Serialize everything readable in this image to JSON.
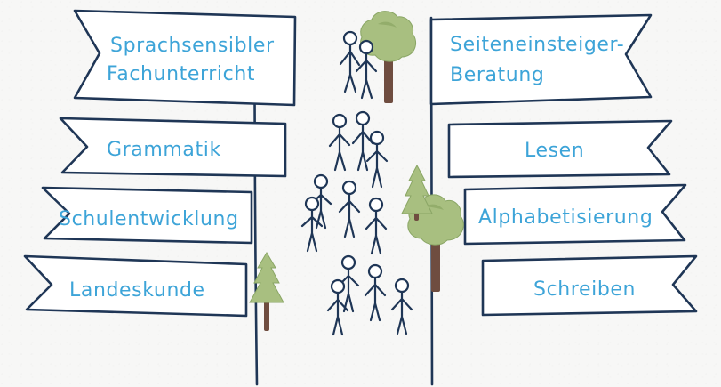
{
  "signs": {
    "sprachsensibler_fachunterricht": {
      "line1": "Sprachsensibler",
      "line2": "Fachunterricht"
    },
    "grammatik": "Grammatik",
    "schulentwicklung": "Schulentwicklung",
    "landeskunde": "Landeskunde",
    "seiteneinsteiger_beratung": {
      "line1": "Seiteneinsteiger-",
      "line2": "Beratung"
    },
    "lesen": "Lesen",
    "alphabetisierung": "Alphabetisierung",
    "schreiben": "Schreiben"
  },
  "colors": {
    "text_blue": "#3da4d8",
    "outline_navy": "#1f3656",
    "tree_green": "#a8bf80",
    "trunk_brown": "#6f4d40",
    "background": "#f7f7f6"
  },
  "illustration": {
    "people_groups": 4,
    "trees": [
      "deciduous-tree",
      "pine-tree",
      "deciduous-tree",
      "pine-tree"
    ]
  }
}
